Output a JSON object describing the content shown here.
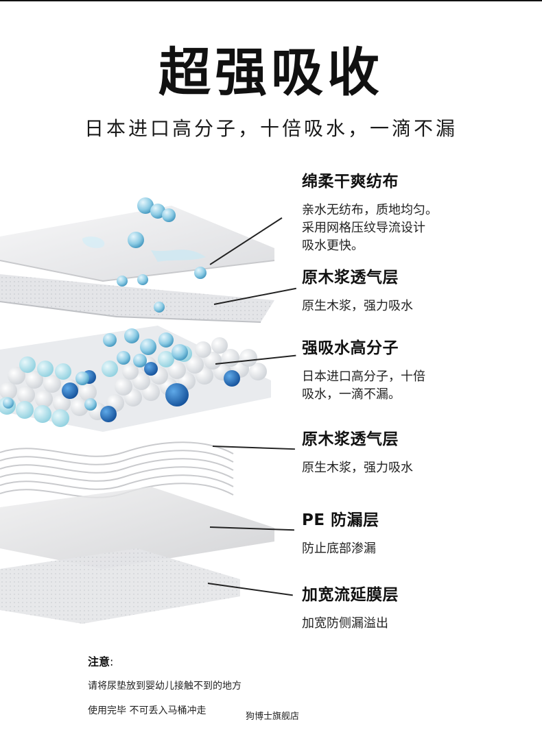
{
  "hero": {
    "title": "超强吸收",
    "subtitle": "日本进口高分子，十倍吸水，一滴不漏"
  },
  "layers": [
    {
      "title": "绵柔干爽纺布",
      "desc": [
        "亲水无纺布，质地均匀。",
        "采用网格压纹导流设计",
        "吸水更快。"
      ]
    },
    {
      "title": "原木浆透气层",
      "desc": [
        "原生木浆，强力吸水"
      ]
    },
    {
      "title": "强吸水高分子",
      "desc": [
        "日本进口高分子，十倍",
        "吸水，一滴不漏。"
      ]
    },
    {
      "title": "原木浆透气层",
      "desc": [
        "原生木浆，强力吸水"
      ]
    },
    {
      "title": "PE 防漏层",
      "desc": [
        "防止底部渗漏"
      ]
    },
    {
      "title": "加宽流延膜层",
      "desc": [
        "加宽防侧漏溢出"
      ]
    }
  ],
  "notice": {
    "title": "注意",
    "colon": ":",
    "lines": [
      "请将尿垫放到婴幼儿接触不到的地方",
      "使用完毕 不可丢入马桶冲走"
    ]
  },
  "shop_name": "狗博士旗舰店",
  "colors": {
    "bead_white": "#f2f4f6",
    "bead_light_blue": "#bfe6ef",
    "bead_blue": "#1f74c4",
    "water_drop": "#7cc3df",
    "text": "#111111"
  }
}
